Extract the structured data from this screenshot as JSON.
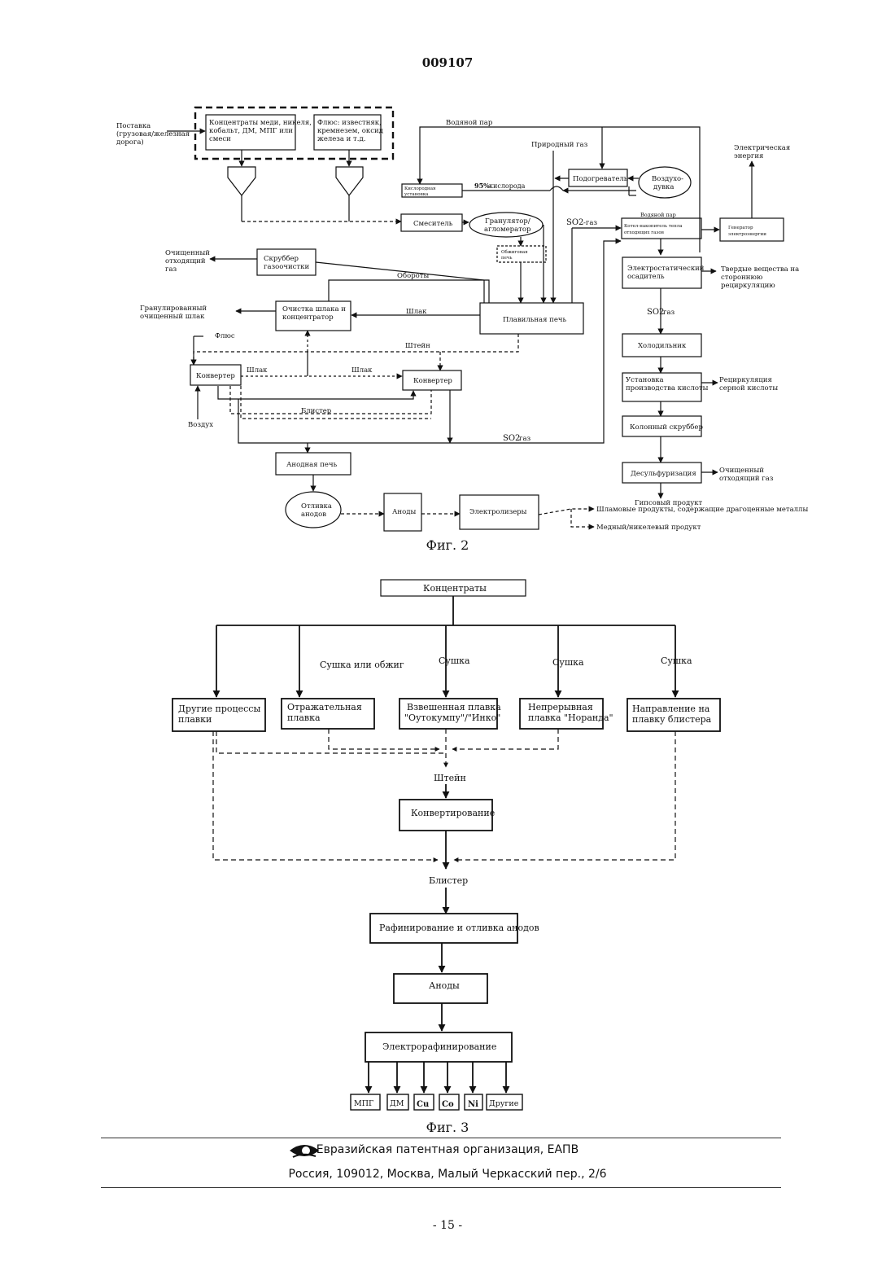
{
  "header": {
    "doc_number": "009107"
  },
  "fig2": {
    "caption": "Фиг. 2",
    "supply": [
      "Поставка",
      "(грузовая/железная",
      "дорога)"
    ],
    "concentrates": [
      "Концентраты меди, никеля,",
      "кобальт, ДМ, МПГ или",
      "смеси"
    ],
    "flux_box": [
      "Флюс: известняк,",
      "кремнезем, оксид",
      "железа и т.д."
    ],
    "water_steam_top": "Водяной пар",
    "natural_gas": "Природный газ",
    "electric_energy": [
      "Электрическая",
      "энергия"
    ],
    "oxygen_plant": [
      "Кислородная",
      "установка"
    ],
    "oxygen_95": "95%",
    "oxygen_label": "кислорода",
    "heater": "Подогреватель",
    "blower": [
      "Воздухо-",
      "дувка"
    ],
    "mixer": "Смеситель",
    "granulator": [
      "Гранулятор/",
      "агломератор"
    ],
    "so2_gas_label": "SO2",
    "so2_gas_suffix": "-газ",
    "water_steam_2": "Водяной пар",
    "boiler": [
      "Котел-накопитель тепла",
      "отходящих газов"
    ],
    "generator": [
      "Генератор",
      "электроэнергии"
    ],
    "roasting": [
      "Обжиговая",
      "печь"
    ],
    "cleaned_gas_left": [
      "Очищенный",
      "отходящий",
      "газ"
    ],
    "scrubber": [
      "Скруббер",
      "газоочистки"
    ],
    "esp": [
      "Электростатический",
      "осадитель"
    ],
    "solids": [
      "Твердые вещества на",
      "стороннюю",
      "рециркуляцию"
    ],
    "recycles": "Обороты",
    "granulated_slag": [
      "Гранулированный",
      "очищенный шлак"
    ],
    "slag_cleaning": [
      "Очистка шлака и",
      "концентратор"
    ],
    "slag": "Шлак",
    "smelting_furnace": "Плавильная печь",
    "so2_gas_2": "SO2",
    "gas_suffix": "газ",
    "flux": "Флюс",
    "matte": "Штейн",
    "cooler": "Холодильник",
    "converter_left": "Конвертер",
    "converter_right": "Конвертер",
    "slag_a": "Шлак",
    "slag_b": "Шлак",
    "acid_plant": [
      "Установка",
      "производства кислоты"
    ],
    "acid_recycle": [
      "Рециркуляция",
      "серной кислоты"
    ],
    "air": "Воздух",
    "blister": "Блистер",
    "column_scrubber": "Колонный скруббер",
    "so2_gas_3": "SO2",
    "gas_suffix_3": "газ",
    "anode_furnace": "Анодная печь",
    "desulf": "Десульфуризация",
    "cleaned_gas_right": [
      "Очищенный",
      "отходящий газ"
    ],
    "gypsum": "Гипсовый продукт",
    "anode_casting": [
      "Отливка",
      "анодов"
    ],
    "anodes": "Аноды",
    "electrolyzers": "Электролизеры",
    "slimes": "Шламовые продукты, содержащие драгоценные металлы",
    "cu_ni_product": "Медный/никелевый продукт"
  },
  "fig3": {
    "caption": "Фиг. 3",
    "concentrates": "Концентраты",
    "drying_or_roasting": "Сушка или обжиг",
    "drying_1": "Сушка",
    "drying_2": "Сушка",
    "drying_3": "Сушка",
    "other_smelting": [
      "Другие процессы",
      "плавки"
    ],
    "reverberatory": [
      "Отражательная",
      "плавка"
    ],
    "flash_smelting": [
      "Взвешенная плавка",
      "\"Оутокумпу\"/\"Инко\""
    ],
    "noranda": [
      "Непрерывная",
      "плавка \"Норанда\""
    ],
    "blister_direct": [
      "Направление на",
      "плавку блистера"
    ],
    "matte": "Штейн",
    "converting": "Конвертирование",
    "blister": "Блистер",
    "refining": "Рафинирование и отливка анодов",
    "anodes": "Аноды",
    "electrorefining": "Электрорафинирование",
    "products": [
      "МПГ",
      "ДМ",
      "Cu",
      "Co",
      "Ni",
      "Другие"
    ]
  },
  "footer": {
    "org": "Евразийская патентная организация, ЕАПВ",
    "address": "Россия, 109012, Москва, Малый Черкасский пер., 2/6",
    "page": "- 15 -"
  }
}
